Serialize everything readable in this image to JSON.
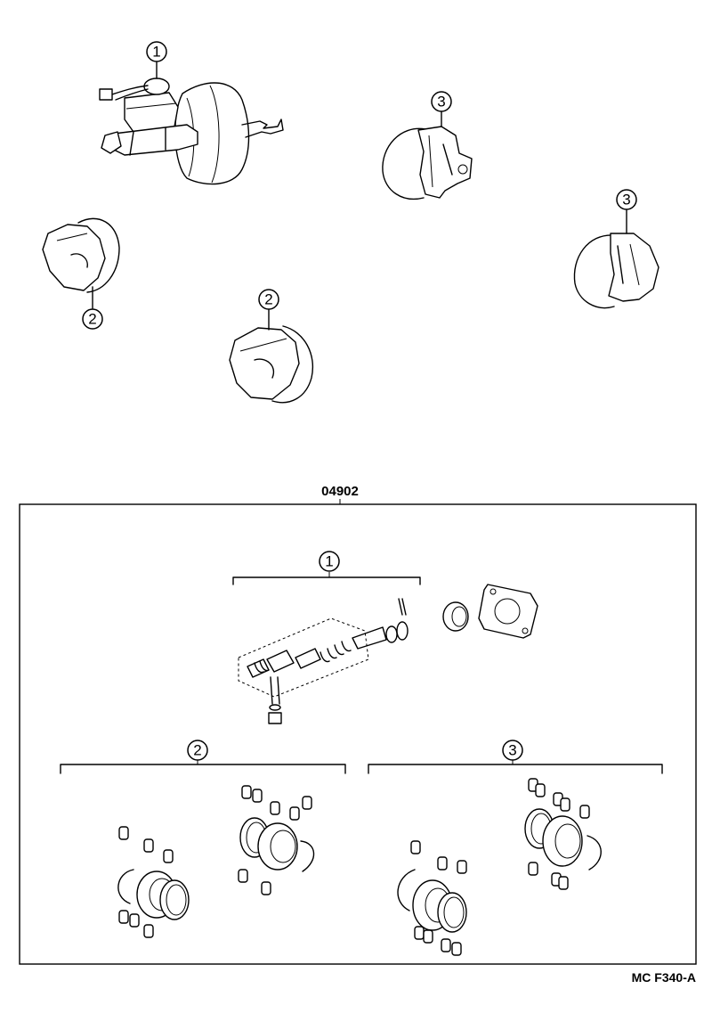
{
  "callouts": {
    "master_cylinder": "1",
    "front_caliper": "2",
    "rear_caliper": "3"
  },
  "kit": {
    "part_number": "04902"
  },
  "reference": "MC F340-A"
}
